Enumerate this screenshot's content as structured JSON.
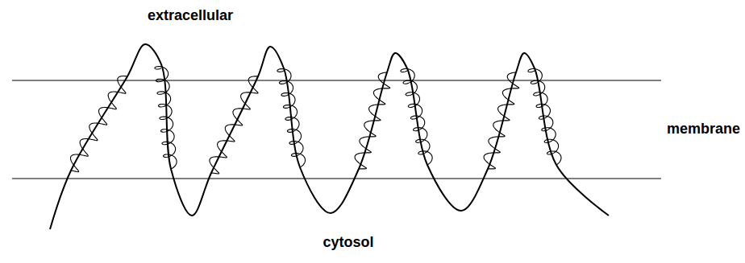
{
  "diagram": {
    "labels": [
      "extracellular",
      "membrane",
      "cytosol"
    ]
  }
}
